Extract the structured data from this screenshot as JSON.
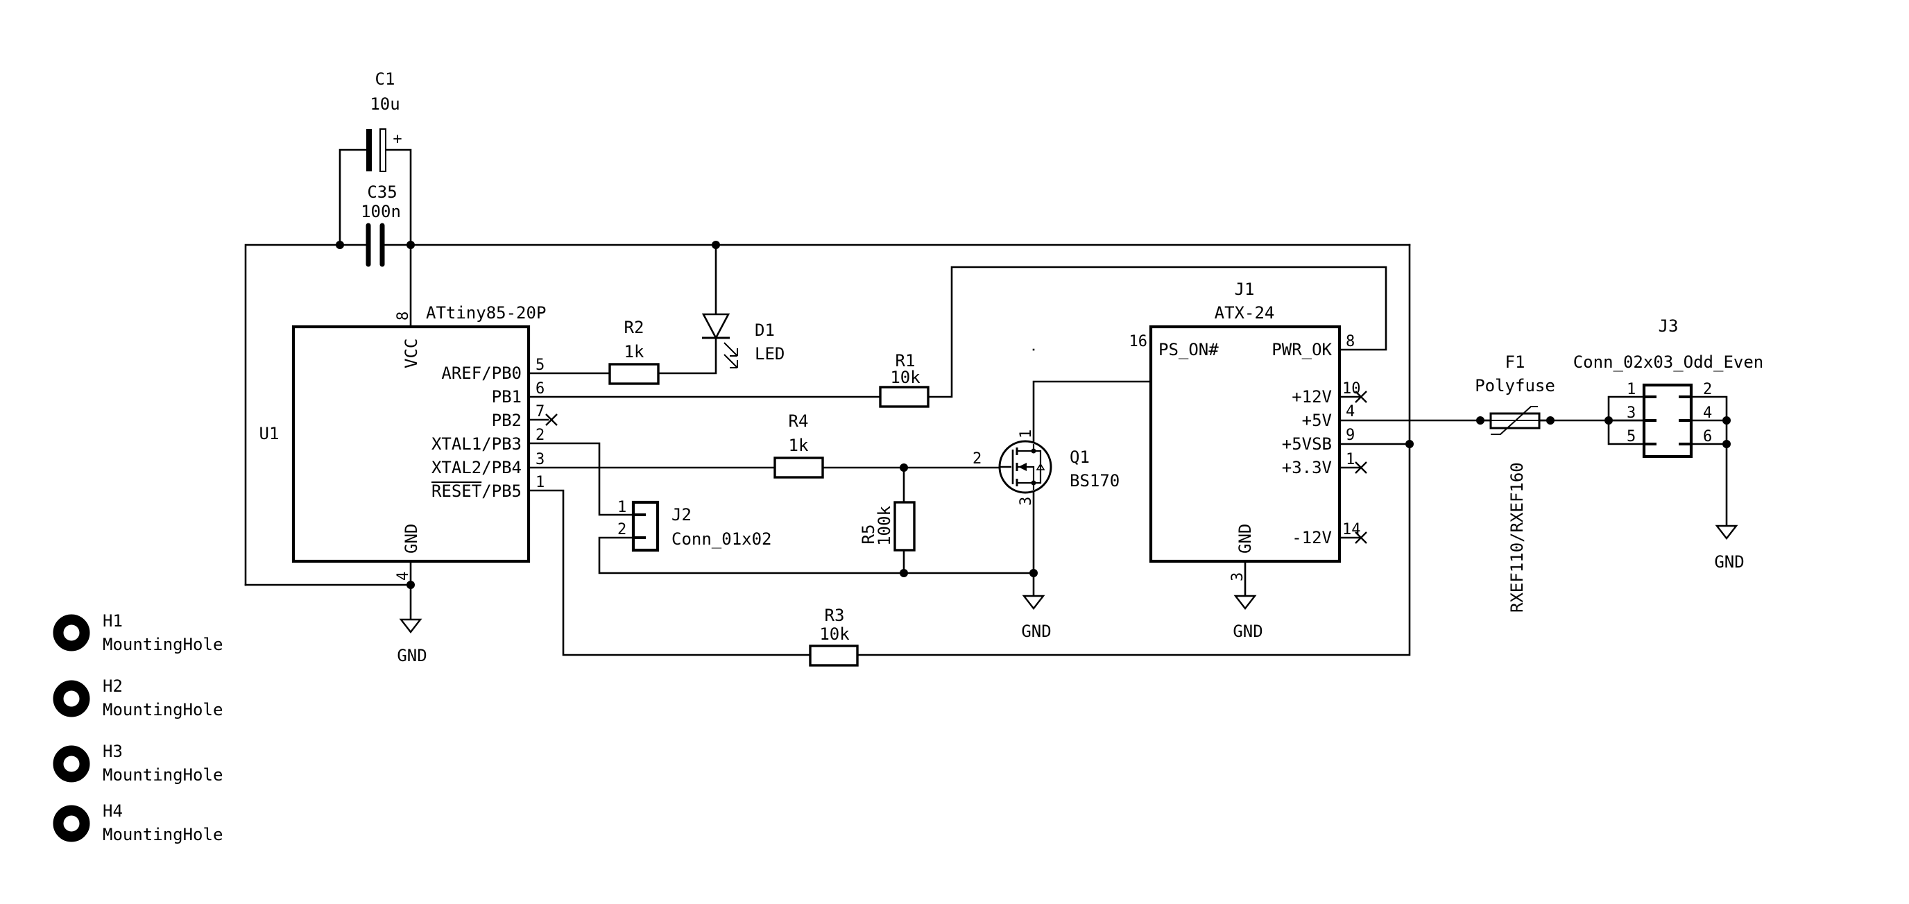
{
  "schematic": {
    "power_caps": {
      "c1": {
        "ref": "C1",
        "value": "10u",
        "polarity": "+"
      },
      "c35": {
        "ref": "C35",
        "value": "100n"
      }
    },
    "u1": {
      "ref": "U1",
      "value": "ATtiny85-20P",
      "pins": {
        "vcc": {
          "name": "VCC",
          "num": "8"
        },
        "gnd": {
          "name": "GND",
          "num": "4"
        },
        "pb0": {
          "name": "AREF/PB0",
          "num": "5"
        },
        "pb1": {
          "name": "PB1",
          "num": "6"
        },
        "pb2": {
          "name": "PB2",
          "num": "7"
        },
        "pb3": {
          "name": "XTAL1/PB3",
          "num": "2"
        },
        "pb4": {
          "name": "XTAL2/PB4",
          "num": "3"
        },
        "pb5_over": "RESET",
        "pb5_rest": "/PB5",
        "pb5_num": "1"
      }
    },
    "r1": {
      "ref": "R1",
      "value": "10k"
    },
    "r2": {
      "ref": "R2",
      "value": "1k"
    },
    "r3": {
      "ref": "R3",
      "value": "10k"
    },
    "r4": {
      "ref": "R4",
      "value": "1k"
    },
    "r5": {
      "ref": "R5",
      "value": "100k"
    },
    "d1": {
      "ref": "D1",
      "value": "LED"
    },
    "j2": {
      "ref": "J2",
      "value": "Conn_01x02",
      "pin1": "1",
      "pin2": "2"
    },
    "q1": {
      "ref": "Q1",
      "value": "BS170",
      "pin_d": "1",
      "pin_g": "2",
      "pin_s": "3"
    },
    "j1": {
      "ref": "J1",
      "value": "ATX-24",
      "pins": {
        "ps_on": {
          "name": "PS_ON#",
          "num": "16"
        },
        "pwr_ok": {
          "name": "PWR_OK",
          "num": "8"
        },
        "p12v": {
          "name": "+12V",
          "num": "10"
        },
        "p5v": {
          "name": "+5V",
          "num": "4"
        },
        "p5vsb": {
          "name": "+5VSB",
          "num": "9"
        },
        "p33v": {
          "name": "+3.3V",
          "num": "1"
        },
        "gnd": {
          "name": "GND",
          "num": "3"
        },
        "m12v": {
          "name": "-12V",
          "num": "14"
        }
      }
    },
    "f1": {
      "ref": "F1",
      "value": "Polyfuse",
      "footprint": "RXEF110/RXEF160"
    },
    "j3": {
      "ref": "J3",
      "value": "Conn_02x03_Odd_Even",
      "pins": [
        "1",
        "2",
        "3",
        "4",
        "5",
        "6"
      ]
    },
    "gnd_label": "GND",
    "mounting_holes": [
      {
        "ref": "H1",
        "value": "MountingHole"
      },
      {
        "ref": "H2",
        "value": "MountingHole"
      },
      {
        "ref": "H3",
        "value": "MountingHole"
      },
      {
        "ref": "H4",
        "value": "MountingHole"
      }
    ]
  }
}
